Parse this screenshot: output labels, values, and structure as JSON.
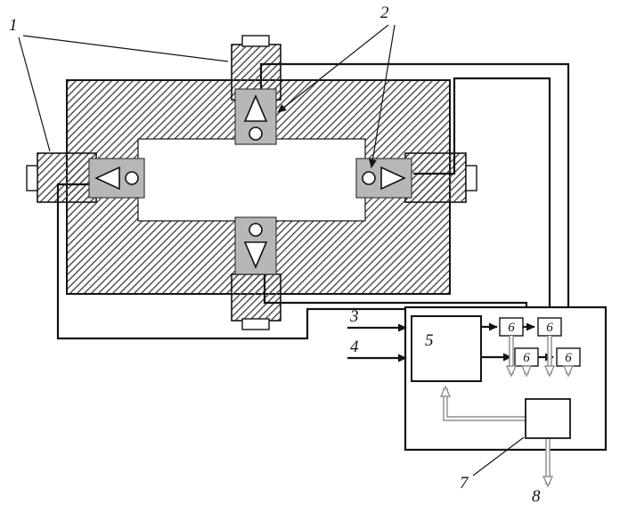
{
  "diagram": {
    "type": "control-schematic",
    "labels": {
      "supports": "1",
      "drives": "2",
      "input_top": "3",
      "input_bottom": "4",
      "control_unit": "5",
      "converter": "6",
      "computer": "7",
      "output": "8"
    },
    "colors": {
      "line": "#141414",
      "hatch": "#4a4a4a",
      "block_fill": "#b7b7b7",
      "signal_gray": "#8f8f8f"
    }
  }
}
